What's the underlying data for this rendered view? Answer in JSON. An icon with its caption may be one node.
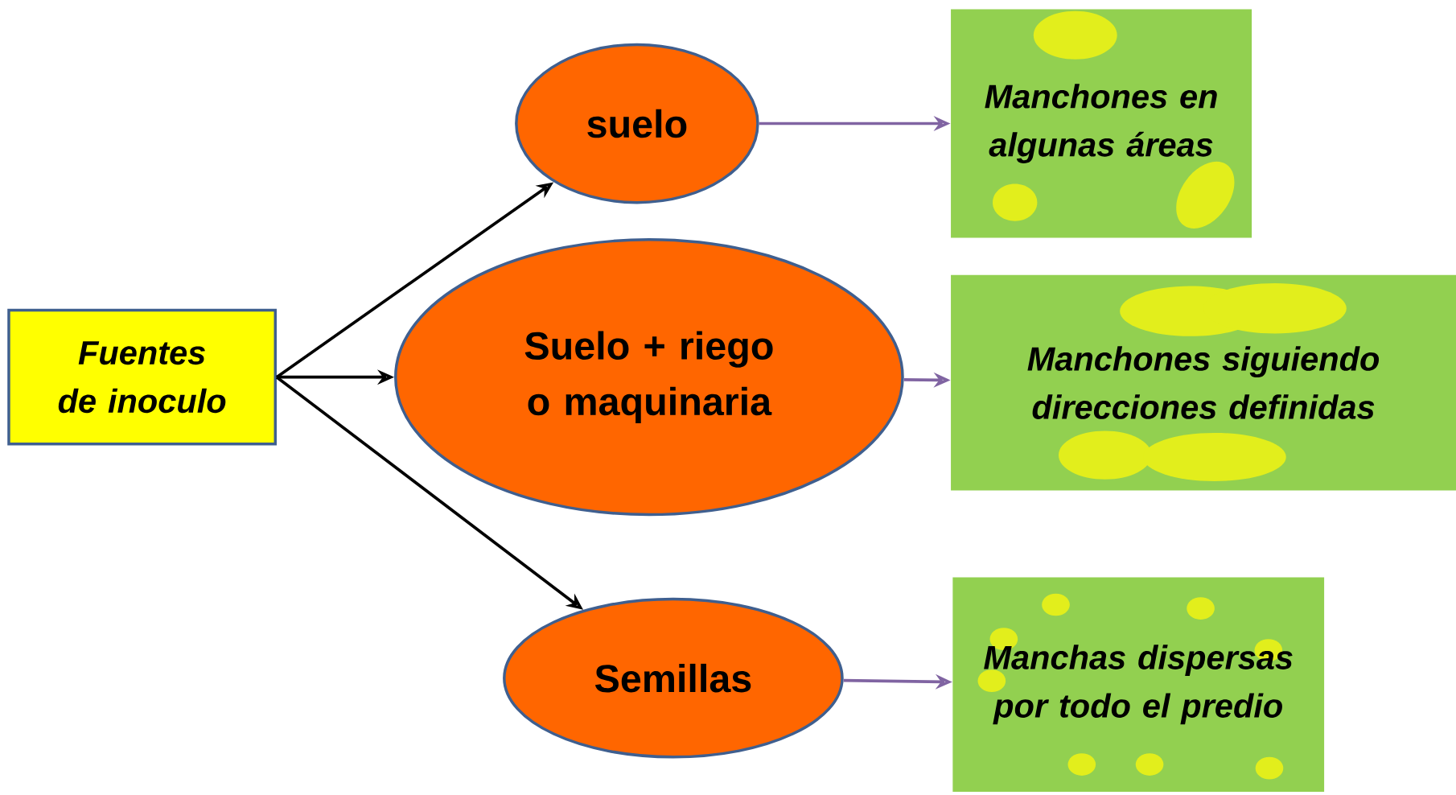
{
  "diagram": {
    "nodes": [
      {
        "text": [
          "Fuentes de inoculo"
        ]
      },
      {
        "text": [
          "suelo"
        ]
      },
      {
        "text": [
          "Suelo + riego o maquinaria"
        ]
      },
      {
        "text": [
          "Semillas"
        ]
      },
      {
        "text": [
          "Manchones en algunas áreas"
        ]
      },
      {
        "text": [
          "Manchones siguiendo direcciones definidas"
        ]
      },
      {
        "text": [
          "Manchas dispersas por todo el predio"
        ]
      }
    ],
    "edges": [
      {
        "from": 0,
        "to": 1,
        "arrow": "to"
      },
      {
        "from": 0,
        "to": 2,
        "arrow": "to"
      },
      {
        "from": 0,
        "to": 3,
        "arrow": "to"
      },
      {
        "from": 1,
        "to": 4,
        "arrow": "to",
        "color": "#8064a2"
      },
      {
        "from": 2,
        "to": 5,
        "arrow": "to",
        "color": "#8064a2"
      },
      {
        "from": 3,
        "to": 6,
        "arrow": "to",
        "color": "#8064a2"
      }
    ]
  }
}
